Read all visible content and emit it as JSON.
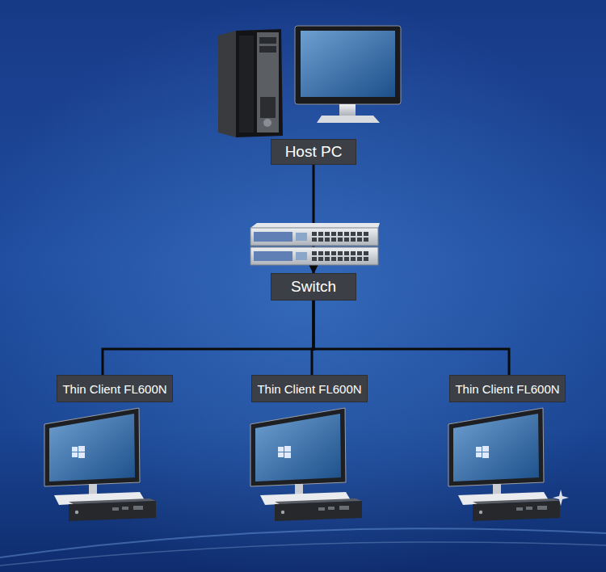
{
  "diagram": {
    "nodes": [
      {
        "text": [
          "Host PC"
        ]
      },
      {
        "text": [
          "Switch"
        ]
      },
      {
        "text": [
          "Thin Client FL600N"
        ]
      },
      {
        "text": [
          "Thin Client FL600N"
        ]
      },
      {
        "text": [
          "Thin Client FL600N"
        ]
      }
    ],
    "edges": [
      {
        "from": 0,
        "to": 1,
        "arrow": "to"
      },
      {
        "from": 1,
        "to": 2,
        "arrow": "none"
      },
      {
        "from": 1,
        "to": 3,
        "arrow": "none"
      },
      {
        "from": 1,
        "to": 4,
        "arrow": "none"
      }
    ]
  }
}
